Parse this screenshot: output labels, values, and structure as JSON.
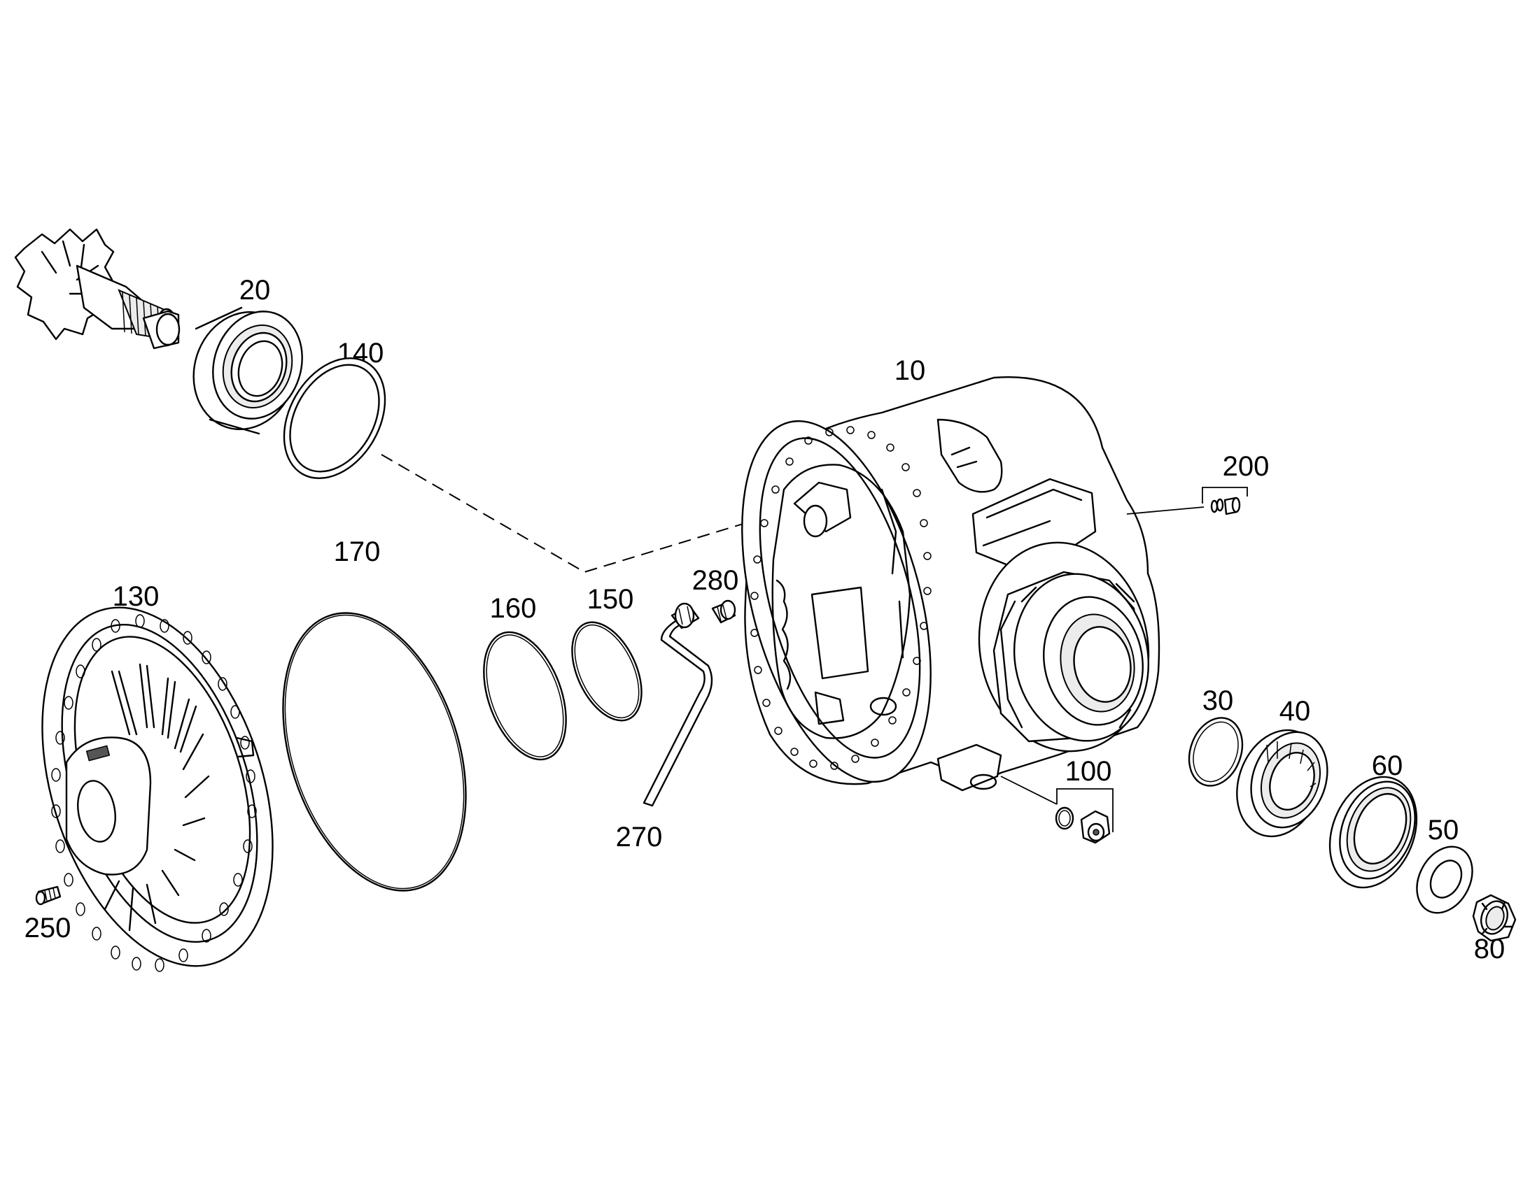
{
  "diagram": {
    "callouts": [
      {
        "id": "10",
        "label": "10"
      },
      {
        "id": "20",
        "label": "20"
      },
      {
        "id": "30",
        "label": "30"
      },
      {
        "id": "40",
        "label": "40"
      },
      {
        "id": "50",
        "label": "50"
      },
      {
        "id": "60",
        "label": "60"
      },
      {
        "id": "80",
        "label": "80"
      },
      {
        "id": "100",
        "label": "100"
      },
      {
        "id": "130",
        "label": "130"
      },
      {
        "id": "140",
        "label": "140"
      },
      {
        "id": "150",
        "label": "150"
      },
      {
        "id": "160",
        "label": "160"
      },
      {
        "id": "170",
        "label": "170"
      },
      {
        "id": "200",
        "label": "200"
      },
      {
        "id": "250",
        "label": "250"
      },
      {
        "id": "270",
        "label": "270"
      },
      {
        "id": "280",
        "label": "280"
      }
    ]
  }
}
